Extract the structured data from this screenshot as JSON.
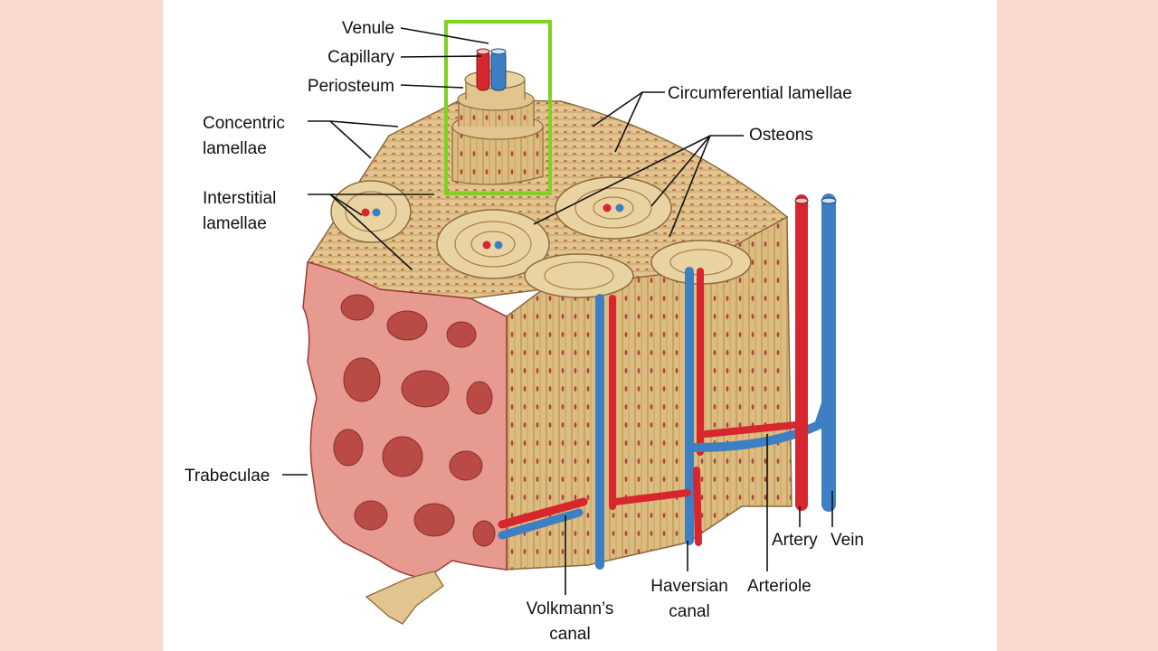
{
  "labels": {
    "venule": "Venule",
    "capillary": "Capillary",
    "periosteum": "Periosteum",
    "concentric_1": "Concentric",
    "concentric_2": "lamellae",
    "interstitial_1": "Interstitial",
    "interstitial_2": "lamellae",
    "circumferential": "Circumferential lamellae",
    "osteons": "Osteons",
    "trabeculae": "Trabeculae",
    "artery": "Artery",
    "vein": "Vein",
    "arteriole": "Arteriole",
    "haversian_1": "Haversian",
    "haversian_2": "canal",
    "volkmann_1": "Volkmann’s",
    "volkmann_2": "canal"
  },
  "colors": {
    "background": "#fcd9cf",
    "panel": "#ffffff",
    "highlight_box": "#7ed321",
    "bone": "#d9b77a",
    "lamella_line": "#a9814a",
    "spongy_bone": "#e79a8f",
    "artery": "#d7262e",
    "vein": "#3d7fc2"
  }
}
